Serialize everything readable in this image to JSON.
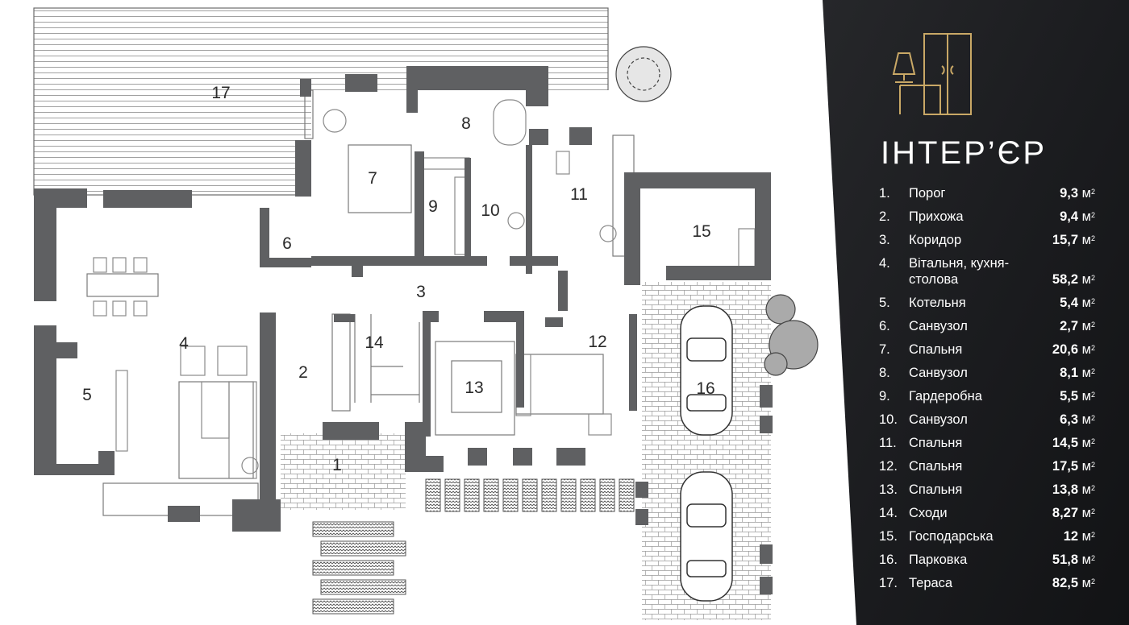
{
  "plan": {
    "room_numbers": [
      "1",
      "2",
      "3",
      "4",
      "5",
      "6",
      "7",
      "8",
      "9",
      "10",
      "11",
      "12",
      "13",
      "14",
      "15",
      "16",
      "17"
    ]
  },
  "panel": {
    "title": "ІНТЕР’ЄР",
    "logo_icon": "lamp-and-cabinet-icon",
    "unit": "м",
    "unit_power": "2",
    "rooms": [
      {
        "num": "1.",
        "name": "Порог",
        "area": "9,3"
      },
      {
        "num": "2.",
        "name": "Прихожа",
        "area": "9,4"
      },
      {
        "num": "3.",
        "name": "Коридор",
        "area": "15,7"
      },
      {
        "num": "4.",
        "name": "Вітальня, кухня-столова",
        "area": "58,2"
      },
      {
        "num": "5.",
        "name": "Котельня",
        "area": "5,4"
      },
      {
        "num": "6.",
        "name": "Санвузол",
        "area": "2,7"
      },
      {
        "num": "7.",
        "name": "Спальня",
        "area": "20,6"
      },
      {
        "num": "8.",
        "name": "Санвузол",
        "area": "8,1"
      },
      {
        "num": "9.",
        "name": "Гардеробна",
        "area": "5,5"
      },
      {
        "num": "10.",
        "name": "Санвузол",
        "area": "6,3"
      },
      {
        "num": "11.",
        "name": "Спальня",
        "area": "14,5"
      },
      {
        "num": "12.",
        "name": "Спальня",
        "area": "17,5"
      },
      {
        "num": "13.",
        "name": "Спальня",
        "area": "13,8"
      },
      {
        "num": "14.",
        "name": "Сходи",
        "area": "8,27"
      },
      {
        "num": "15.",
        "name": "Господарська",
        "area": "12"
      },
      {
        "num": "16.",
        "name": "Парковка",
        "area": "51,8"
      },
      {
        "num": "17.",
        "name": "Тераса",
        "area": "82,5"
      }
    ]
  },
  "colors": {
    "wall": "#5f6062",
    "panel_bg": "#1b1c1f",
    "gold": "#c9a866"
  }
}
